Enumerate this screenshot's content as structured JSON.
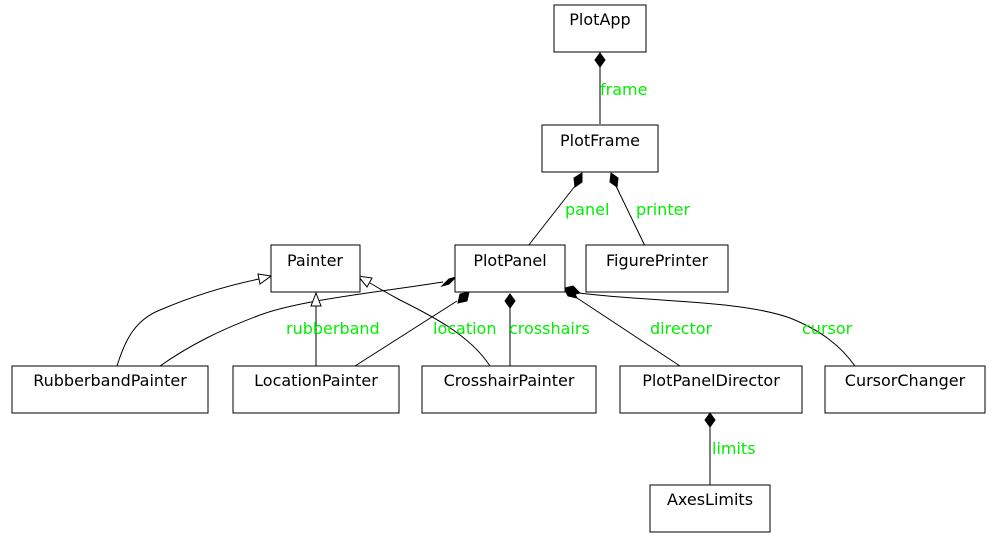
{
  "diagram": {
    "colors": {
      "edge_label": "#00ee00",
      "node_border": "#000000",
      "node_fill": "#ffffff"
    },
    "nodes": {
      "plotapp": "PlotApp",
      "plotframe": "PlotFrame",
      "painter": "Painter",
      "plotpanel": "PlotPanel",
      "figureprinter": "FigurePrinter",
      "rubberbandpainter": "RubberbandPainter",
      "locationpainter": "LocationPainter",
      "crosshairpainter": "CrosshairPainter",
      "plotpaneldirector": "PlotPanelDirector",
      "cursorchanger": "CursorChanger",
      "axeslimits": "AxesLimits"
    },
    "edge_labels": {
      "frame": "frame",
      "panel": "panel",
      "printer": "printer",
      "rubberband": "rubberband",
      "location": "location",
      "crosshairs": "crosshairs",
      "director": "director",
      "cursor": "cursor",
      "limits": "limits"
    },
    "relations": [
      {
        "from": "PlotApp",
        "to": "PlotFrame",
        "kind": "composition",
        "label": "frame"
      },
      {
        "from": "PlotFrame",
        "to": "PlotPanel",
        "kind": "composition",
        "label": "panel"
      },
      {
        "from": "PlotFrame",
        "to": "FigurePrinter",
        "kind": "composition",
        "label": "printer"
      },
      {
        "from": "PlotPanel",
        "to": "RubberbandPainter",
        "kind": "composition",
        "label": "rubberband"
      },
      {
        "from": "PlotPanel",
        "to": "LocationPainter",
        "kind": "composition",
        "label": "location"
      },
      {
        "from": "PlotPanel",
        "to": "CrosshairPainter",
        "kind": "composition",
        "label": "crosshairs"
      },
      {
        "from": "PlotPanel",
        "to": "PlotPanelDirector",
        "kind": "composition",
        "label": "director"
      },
      {
        "from": "PlotPanel",
        "to": "CursorChanger",
        "kind": "composition",
        "label": "cursor"
      },
      {
        "from": "PlotPanelDirector",
        "to": "AxesLimits",
        "kind": "composition",
        "label": "limits"
      },
      {
        "from": "RubberbandPainter",
        "to": "Painter",
        "kind": "inheritance",
        "label": ""
      },
      {
        "from": "LocationPainter",
        "to": "Painter",
        "kind": "inheritance",
        "label": ""
      },
      {
        "from": "CrosshairPainter",
        "to": "Painter",
        "kind": "inheritance",
        "label": ""
      }
    ]
  }
}
